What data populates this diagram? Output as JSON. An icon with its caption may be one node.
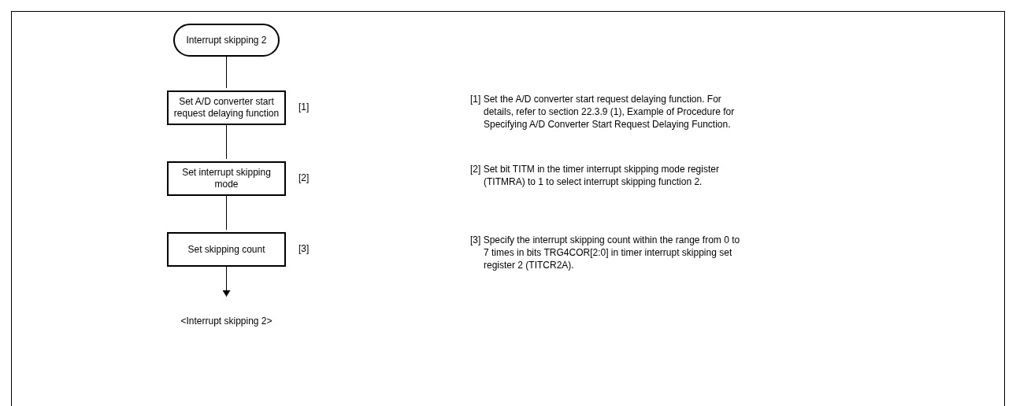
{
  "diagram": {
    "nodes": [
      {
        "text": [
          "Interrupt skipping 2"
        ]
      },
      {
        "text": [
          "Set A/D converter start request delaying function"
        ],
        "beside": [
          "[1]"
        ]
      },
      {
        "text": [
          "Set interrupt skipping mode"
        ],
        "beside": [
          "[2]"
        ]
      },
      {
        "text": [
          "Set skipping count"
        ],
        "beside": [
          "[3]"
        ]
      },
      {
        "text": [
          "<Interrupt skipping 2>"
        ]
      }
    ],
    "edges": [
      {
        "from": 0,
        "to": 1,
        "arrow": "none"
      },
      {
        "from": 1,
        "to": 2,
        "arrow": "none"
      },
      {
        "from": 2,
        "to": 3,
        "arrow": "none"
      },
      {
        "from": 3,
        "to": 4,
        "arrow": "to"
      }
    ],
    "labels": [
      "[1] Set the A/D converter start request delaying function. For details, refer to section 22.3.9 (1), Example of Procedure for Specifying A/D Converter Start Request Delaying Function.",
      "[2] Set bit TITM in the timer interrupt skipping mode register (TITMRA) to 1 to select interrupt skipping function 2.",
      "[3] Specify the interrupt skipping count within the range from 0 to 7 times in bits TRG4COR[2:0] in timer interrupt skipping set register 2 (TITCR2A)."
    ]
  }
}
